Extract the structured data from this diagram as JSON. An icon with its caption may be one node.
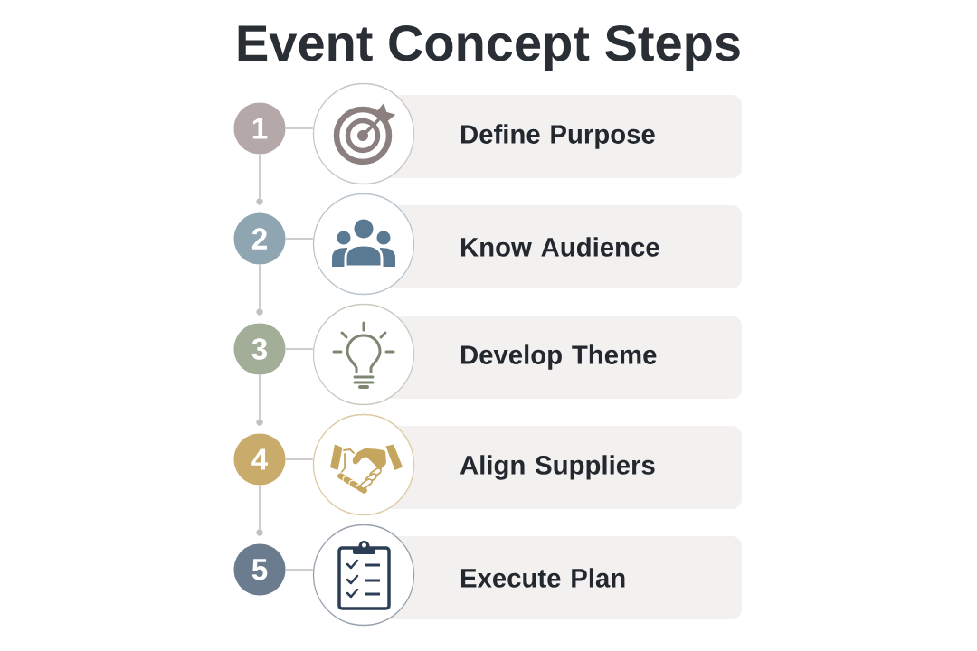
{
  "diagram": {
    "title": "Event Concept Steps",
    "nodes": [
      {
        "text": [
          "1"
        ]
      },
      {
        "text": [],
        "shape": "circle"
      },
      {
        "text": [
          "Define Purpose"
        ]
      },
      {
        "text": [],
        "shape": "circle"
      },
      {
        "text": [
          "2"
        ]
      },
      {
        "text": [],
        "shape": "circle"
      },
      {
        "text": [
          "Know Audience"
        ]
      },
      {
        "text": [],
        "shape": "circle"
      },
      {
        "text": [
          "3"
        ]
      },
      {
        "text": [],
        "shape": "circle"
      },
      {
        "text": [
          "Develop Theme"
        ]
      },
      {
        "text": [],
        "shape": "circle"
      },
      {
        "text": [
          "4"
        ]
      },
      {
        "text": [],
        "shape": "circle"
      },
      {
        "text": [
          "Align Suppliers"
        ]
      },
      {
        "text": [],
        "shape": "circle"
      },
      {
        "text": [
          "5"
        ]
      },
      {
        "text": [],
        "shape": "circle"
      },
      {
        "text": [
          "Execute Plan"
        ]
      }
    ],
    "edges": [
      {
        "from": 0,
        "to": 1,
        "arrow": "none"
      },
      {
        "from": 0,
        "to": 3,
        "arrow": "none"
      },
      {
        "from": 4,
        "to": 5,
        "arrow": "none"
      },
      {
        "from": 4,
        "to": 7,
        "arrow": "none"
      },
      {
        "from": 8,
        "to": 9,
        "arrow": "none"
      },
      {
        "from": 8,
        "to": 11,
        "arrow": "none"
      },
      {
        "from": 12,
        "to": 13,
        "arrow": "none"
      },
      {
        "from": 12,
        "to": 15,
        "arrow": "none"
      },
      {
        "from": 16,
        "to": 17,
        "arrow": "none"
      }
    ]
  }
}
